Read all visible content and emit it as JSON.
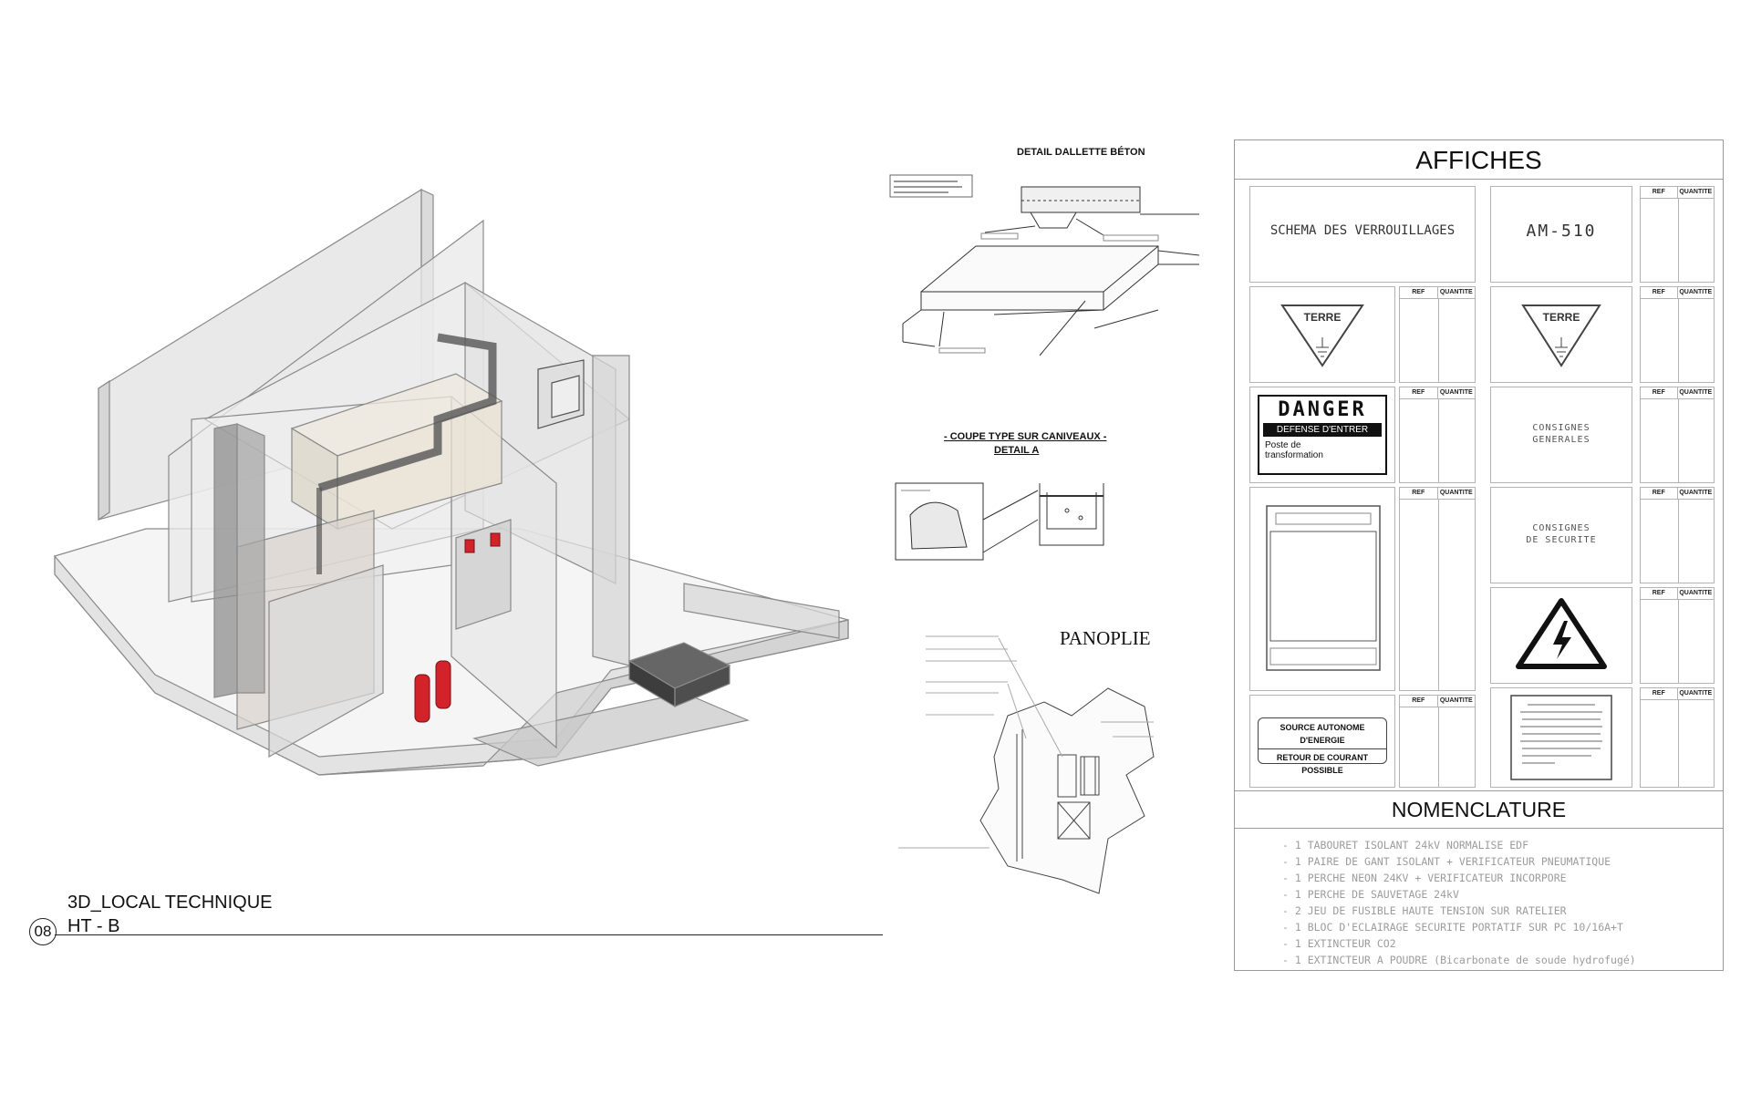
{
  "view": {
    "number": "08",
    "title": "3D_LOCAL TECHNIQUE",
    "subtitle": "HT - B"
  },
  "details": {
    "dalle_title": "DETAIL DALLETTE BÉTON",
    "coupe_title": "- COUPE TYPE SUR CANIVEAUX -",
    "coupe_subtitle": "DETAIL A",
    "panoplie_title": "PANOPLIE"
  },
  "affiches": {
    "title": "AFFICHES",
    "table_headers": {
      "ref": "REF",
      "qty": "QUANTITE"
    },
    "signs": {
      "schema": "SCHEMA DES VERROUILLAGES",
      "am510": "AM-510",
      "terre": "TERRE",
      "danger": "DANGER",
      "danger_band": "DEFENSE D'ENTRER",
      "danger_sub": "Poste de transformation",
      "consignes_gen": "CONSIGNES GENERALES",
      "consignes_sec": "CONSIGNES DE SECURITE",
      "source_line1": "SOURCE AUTONOME D'ENERGIE",
      "source_line2": "RETOUR DE COURANT POSSIBLE"
    }
  },
  "nomenclature": {
    "title": "NOMENCLATURE",
    "items": [
      "1 TABOURET ISOLANT 24kV NORMALISE EDF",
      "1 PAIRE DE GANT ISOLANT + VERIFICATEUR PNEUMATIQUE",
      "1 PERCHE NEON 24KV + VERIFICATEUR INCORPORE",
      "1 PERCHE DE SAUVETAGE 24kV",
      "2 JEU DE FUSIBLE HAUTE TENSION SUR RATELIER",
      "1 BLOC D'ECLAIRAGE SECURITE PORTATIF SUR PC 10/16A+T",
      "1 EXTINCTEUR CO2",
      "1 EXTINCTEUR A POUDRE (Bicarbonate de soude hydrofugé)"
    ]
  },
  "colors": {
    "extinguisher": "#d2232a",
    "frame": "#9a9a9a",
    "wall_fill": "#e4e4e4"
  }
}
